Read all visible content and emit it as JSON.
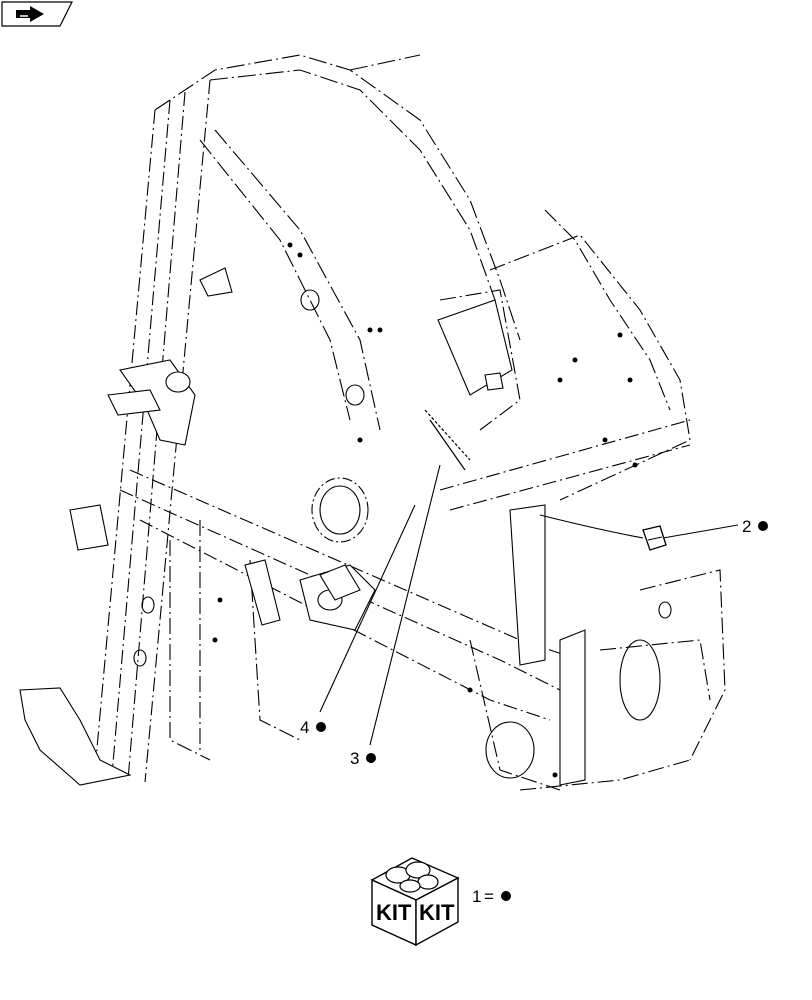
{
  "callouts": [
    {
      "id": "2",
      "label": "2"
    },
    {
      "id": "3",
      "label": "3"
    },
    {
      "id": "4",
      "label": "4"
    }
  ],
  "kit": {
    "box_label_left": "KIT",
    "box_label_right": "KIT",
    "legend_number": "1",
    "legend_equals": "="
  },
  "icons": {
    "nav_icon": "arrow-right-icon",
    "callout_marker": "filled-dot-icon"
  },
  "colors": {
    "line": "#000000",
    "background": "#ffffff"
  }
}
